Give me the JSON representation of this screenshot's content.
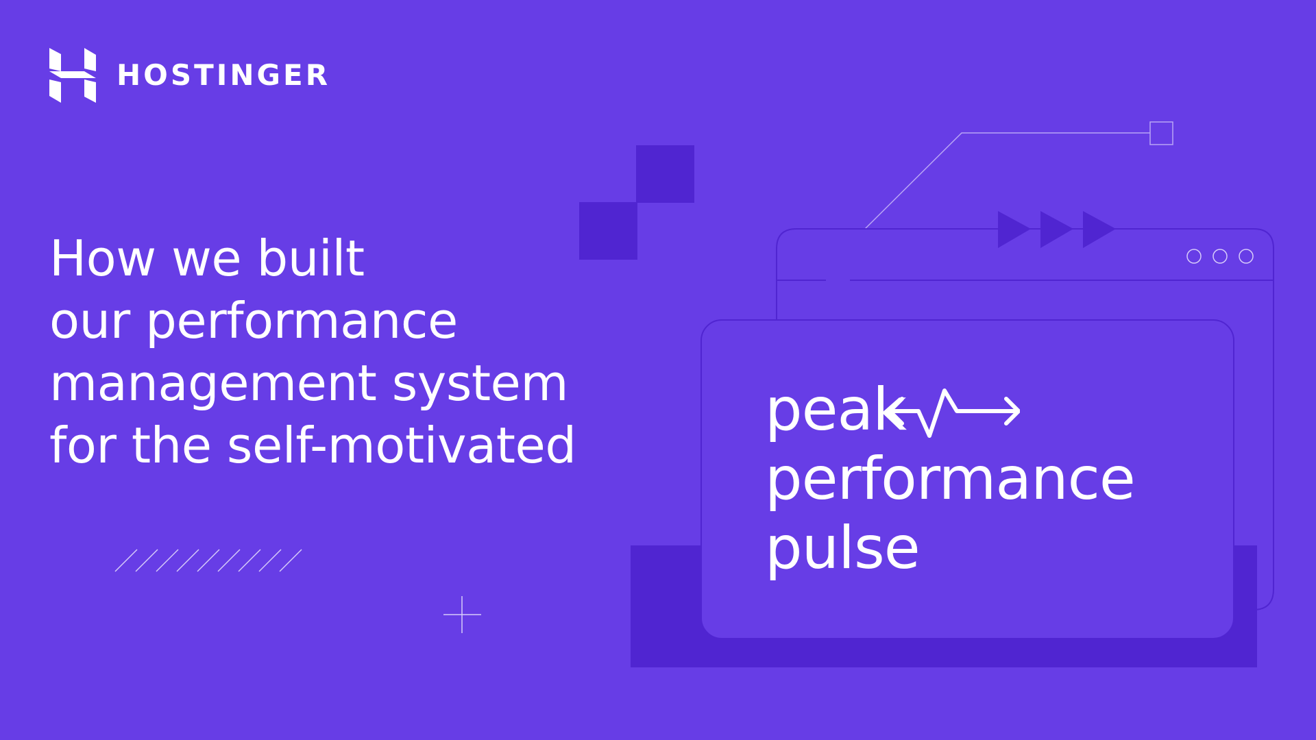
{
  "brand": {
    "name": "HOSTINGER",
    "logo_icon": "hostinger-h-logo-icon"
  },
  "headline": {
    "lines": [
      "How we built",
      "our performance",
      "management system",
      "for the self-motivated"
    ]
  },
  "card": {
    "title_lines": [
      "peak",
      "performance",
      "pulse"
    ],
    "pulse_icon": "arrow-heartbeat-icon",
    "window_dots_icon": "window-controls-icon",
    "play_arrows_icon": "fast-forward-arrows-icon"
  },
  "colors": {
    "background": "#673DE6",
    "accent_dark": "#5025D1",
    "text": "#FFFFFF",
    "line": "#B9A5F5"
  }
}
